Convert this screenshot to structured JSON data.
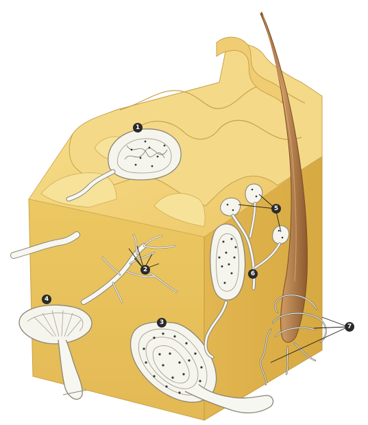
{
  "diagram": {
    "markers": [
      {
        "id": "marker-1",
        "label": "1"
      },
      {
        "id": "marker-2",
        "label": "2"
      },
      {
        "id": "marker-3",
        "label": "3"
      },
      {
        "id": "marker-4",
        "label": "4"
      },
      {
        "id": "marker-5",
        "label": "5"
      },
      {
        "id": "marker-6",
        "label": "6"
      },
      {
        "id": "marker-7",
        "label": "7"
      }
    ],
    "colors": {
      "skin_top": "#f3d57e",
      "skin_left": "#e9c35e",
      "skin_right": "#ddb24a",
      "papilla": "#f8e49c",
      "corpuscle_fill": "#f4f4ee",
      "corpuscle_stroke": "#8a8574",
      "nerve_fill": "#f7f7f2",
      "hair": "#b8814b",
      "hair_dark": "#8c5a2e",
      "badge": "#2a2a2a",
      "leader": "#1a1a1a"
    }
  }
}
